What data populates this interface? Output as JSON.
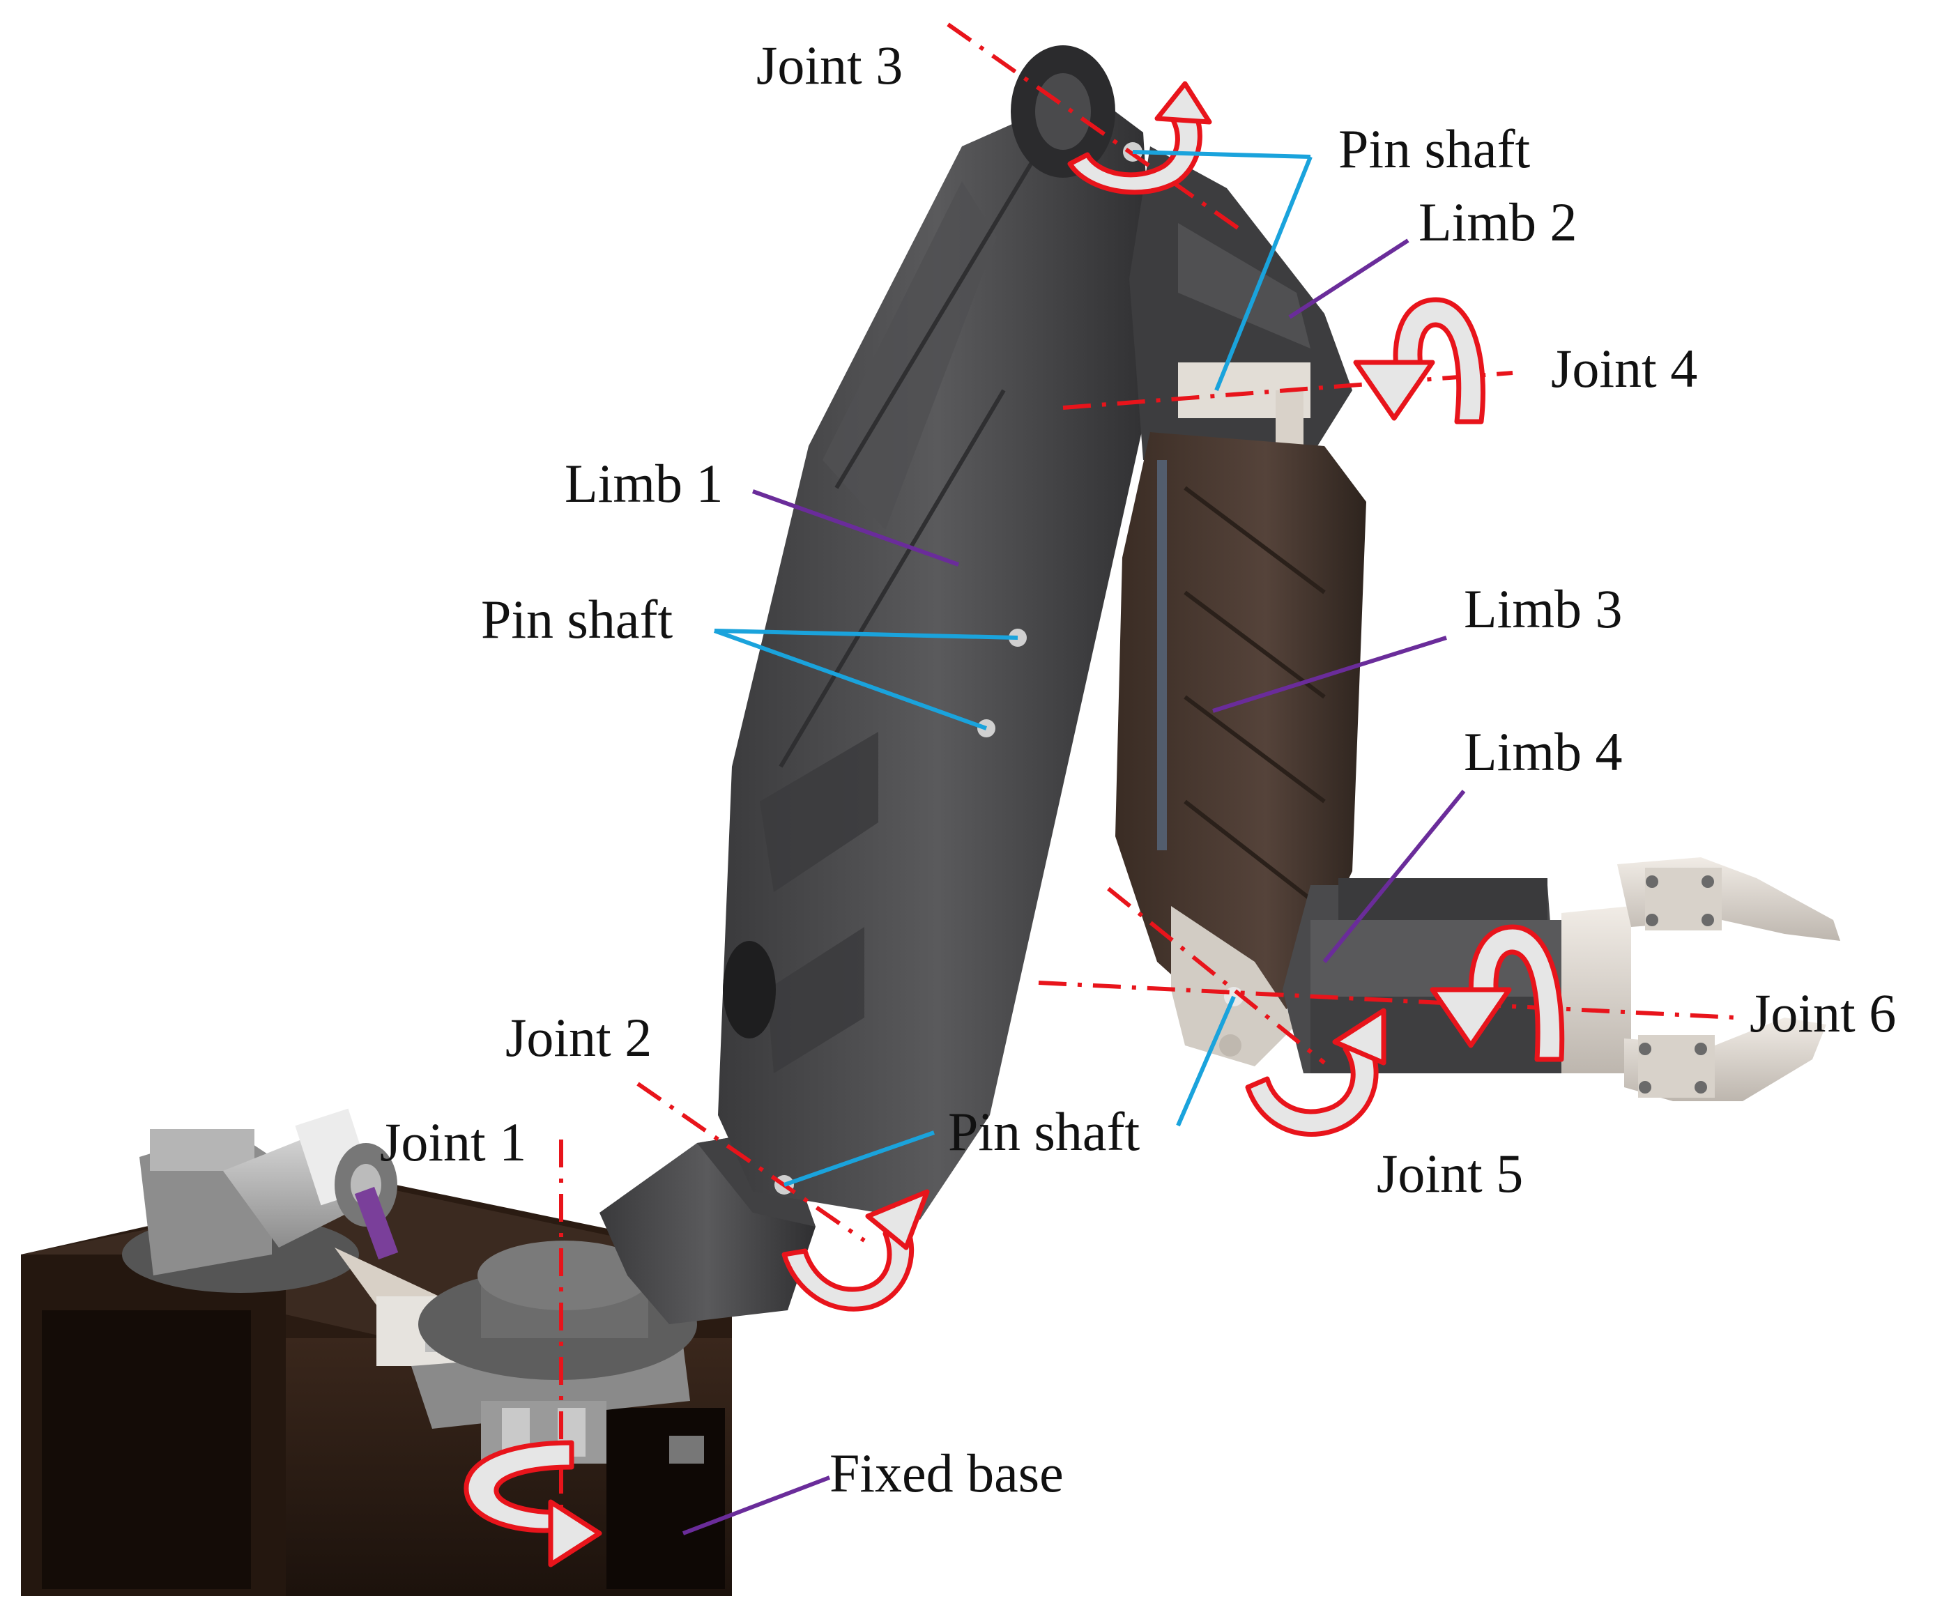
{
  "labels": {
    "joint1": "Joint 1",
    "joint2": "Joint 2",
    "joint3": "Joint 3",
    "joint4": "Joint 4",
    "joint5": "Joint 5",
    "joint6": "Joint 6",
    "limb1": "Limb 1",
    "limb2": "Limb 2",
    "limb3": "Limb 3",
    "limb4": "Limb 4",
    "pin_shaft_top": "Pin shaft",
    "pin_shaft_mid": "Pin shaft",
    "pin_shaft_bottom": "Pin shaft",
    "fixed_base": "Fixed base"
  },
  "colors": {
    "axis": "#e8141b",
    "rotation_arrow": "#e8141b",
    "pin_leader": "#1aa3dc",
    "part_leader": "#6a2c9a",
    "limb_dark": "#4a4a4c",
    "limb_brown": "#4a3a30",
    "base": "#2e1f17"
  }
}
